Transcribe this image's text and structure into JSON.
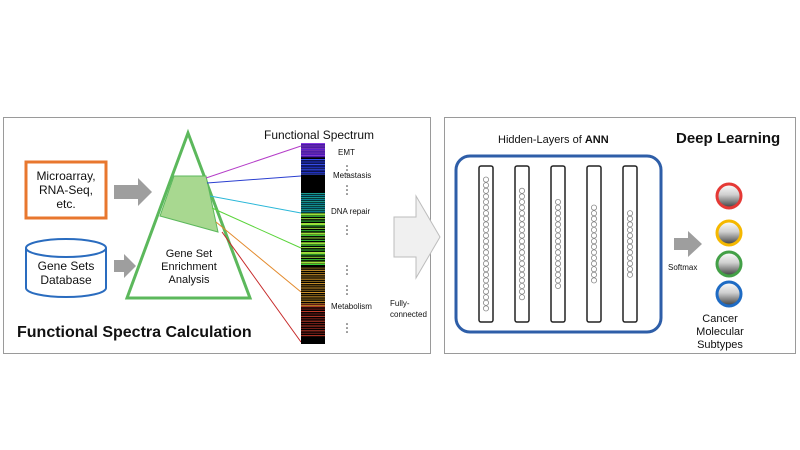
{
  "left": {
    "input_box_label": "Microarray,\nRNA-Seq,\netc.",
    "database_label": "Gene Sets\nDatabase",
    "triangle_label": "Gene Set\nEnrichment\nAnalysis",
    "spectrum_title": "Functional Spectrum",
    "spectrum_labels": [
      "EMT",
      "Metastasis",
      "DNA repair",
      "Metabolism"
    ],
    "panel_title": "Functional Spectra Calculation"
  },
  "middle": {
    "arrow_label": "Fully-\nconnected"
  },
  "right": {
    "hidden_layers_prefix": "Hidden-Layers of ",
    "hidden_layers_bold": "ANN",
    "panel_title": "Deep Learning",
    "softmax_label": "Softmax",
    "output_label": "Cancer\nMolecular Subtypes",
    "layers": [
      {
        "neurons": 24
      },
      {
        "neurons": 20
      },
      {
        "neurons": 16
      },
      {
        "neurons": 14
      },
      {
        "neurons": 12
      }
    ],
    "output_nodes": [
      {
        "color": "#e53935"
      },
      {
        "color": "#f5b800"
      },
      {
        "color": "#43a047"
      },
      {
        "color": "#1e6bc4"
      }
    ]
  },
  "colors": {
    "input_box_border": "#e8772e",
    "database_border": "#2a6cbf",
    "triangle_stroke": "#5cb85c",
    "triangle_fill": "#a8d890",
    "ann_border": "#2e5ea8",
    "arrow_gray": "#9e9e9e"
  }
}
